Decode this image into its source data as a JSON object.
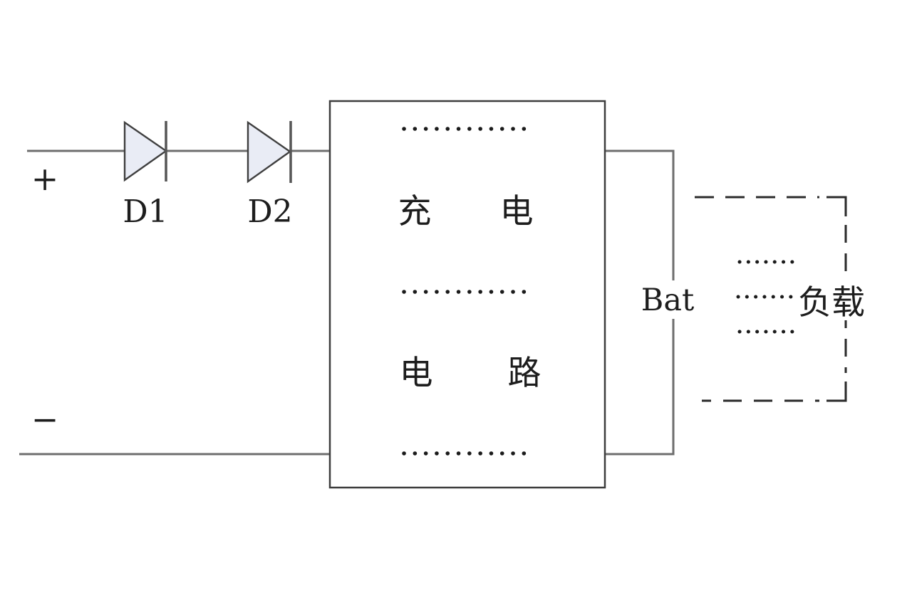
{
  "diagram": {
    "kind": "battery charging circuit schematic",
    "colors": {
      "background": "#ffffff",
      "wire_gray": "#6e6e6e",
      "diode_outline": "#3f3f3f",
      "diode_fill": "#e9ecf5",
      "box_border": "#3d3d3d",
      "dash_ink": "#2b2b2b",
      "dot_ink": "#1b1b1b",
      "text_ink": "#1d1d1d"
    },
    "input": {
      "plus": "+",
      "minus": "−"
    },
    "diodes": [
      {
        "label": "D1"
      },
      {
        "label": "D2"
      }
    ],
    "charging_box": {
      "chars": [
        "充",
        "电",
        "电",
        "路"
      ]
    },
    "battery": {
      "label": "Bat"
    },
    "load": {
      "label": "负载"
    }
  }
}
